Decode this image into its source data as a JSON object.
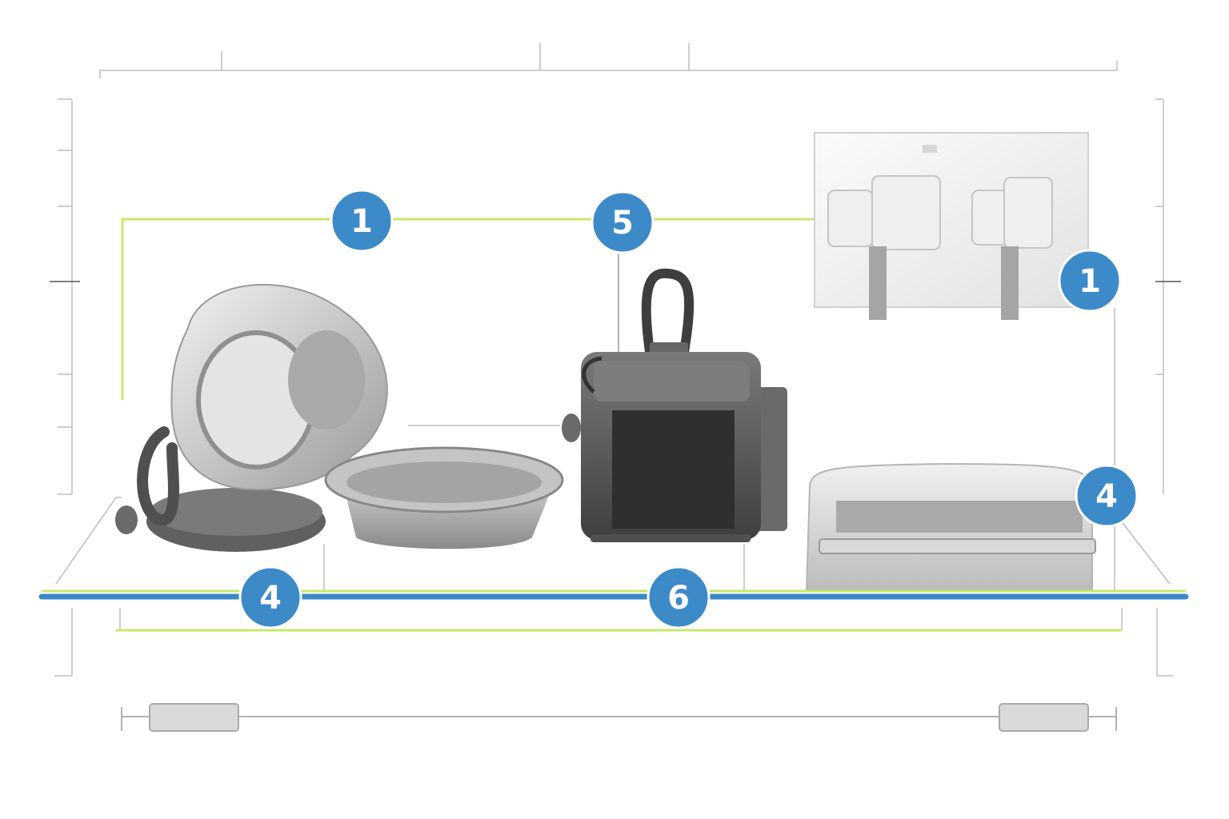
{
  "colors": {
    "accent_blue": "#3d8ac9",
    "accent_green": "#c8e86a",
    "frame_gray": "#bdbdbd",
    "device_dark": "#555555",
    "device_mid": "#8d8d8d",
    "device_light": "#d9d9d9"
  },
  "badges": [
    {
      "id": "badge-1-left",
      "label": "1"
    },
    {
      "id": "badge-5",
      "label": "5"
    },
    {
      "id": "badge-1-right",
      "label": "1"
    },
    {
      "id": "badge-4-right",
      "label": "4"
    },
    {
      "id": "badge-4-left",
      "label": "4"
    },
    {
      "id": "badge-6",
      "label": "6"
    }
  ],
  "items": [
    {
      "name": "retractable-leash",
      "icon": "leash-icon"
    },
    {
      "name": "collapsible-bowl",
      "icon": "bowl-icon"
    },
    {
      "name": "treat-pouch",
      "icon": "pouch-icon"
    },
    {
      "name": "wall-hook-panel",
      "icon": "hook-icon"
    },
    {
      "name": "storage-bin",
      "icon": "bin-icon"
    }
  ]
}
